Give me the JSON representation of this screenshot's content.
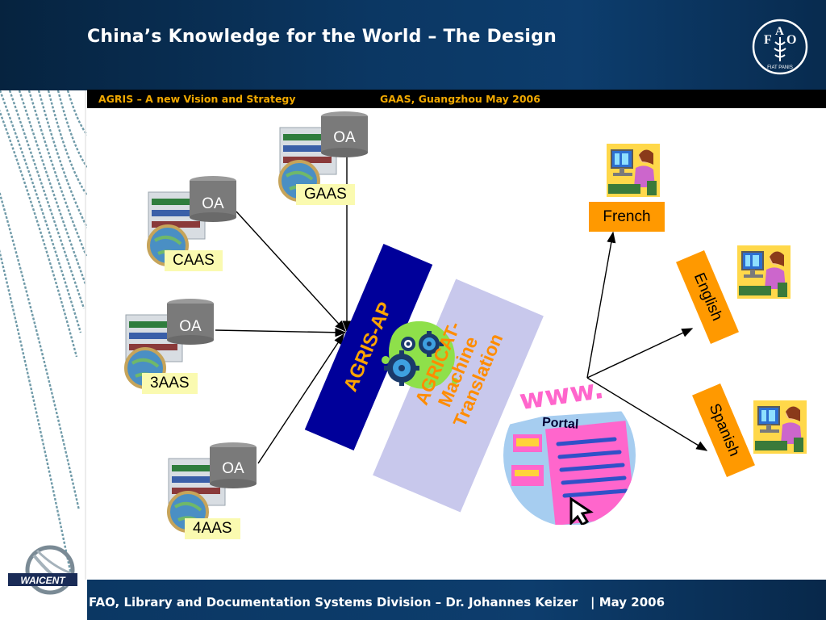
{
  "header": {
    "title": "China’s Knowledge for the World – The Design",
    "logo_letters": [
      "F",
      "A",
      "O"
    ],
    "logo_motto": "FIAT PANIS"
  },
  "subheader": {
    "left": "AGRIS – A new Vision and Strategy",
    "right": "GAAS, Guangzhou May 2006"
  },
  "footer": {
    "text": "FAO, Library and Documentation Systems Division – Dr. Johannes Keizer   | May 2006",
    "logo_text": "WAICENT"
  },
  "diagram": {
    "sources": [
      {
        "repository": "OA",
        "institute": "GAAS"
      },
      {
        "repository": "OA",
        "institute": "CAAS"
      },
      {
        "repository": "OA",
        "institute": "3AAS"
      },
      {
        "repository": "OA",
        "institute": "4AAS"
      }
    ],
    "hub": "AGRIS-AP",
    "translation": [
      "AGRICAT-",
      "Machine",
      "Translation"
    ],
    "portal": {
      "banner": "www.",
      "label": "Portal"
    },
    "languages": [
      "French",
      "English",
      "Spanish"
    ]
  },
  "colors": {
    "header_bg": "#0b3763",
    "subheader_text": "#f0a800",
    "hub_bg": "#00009a",
    "hub_text": "#ffa500",
    "mt_panel": "#c8c8ec",
    "mt_text": "#ff8c00",
    "language_box": "#ff9900",
    "source_label_bg": "#fafab0",
    "cylinder": "#7a7a7a"
  }
}
